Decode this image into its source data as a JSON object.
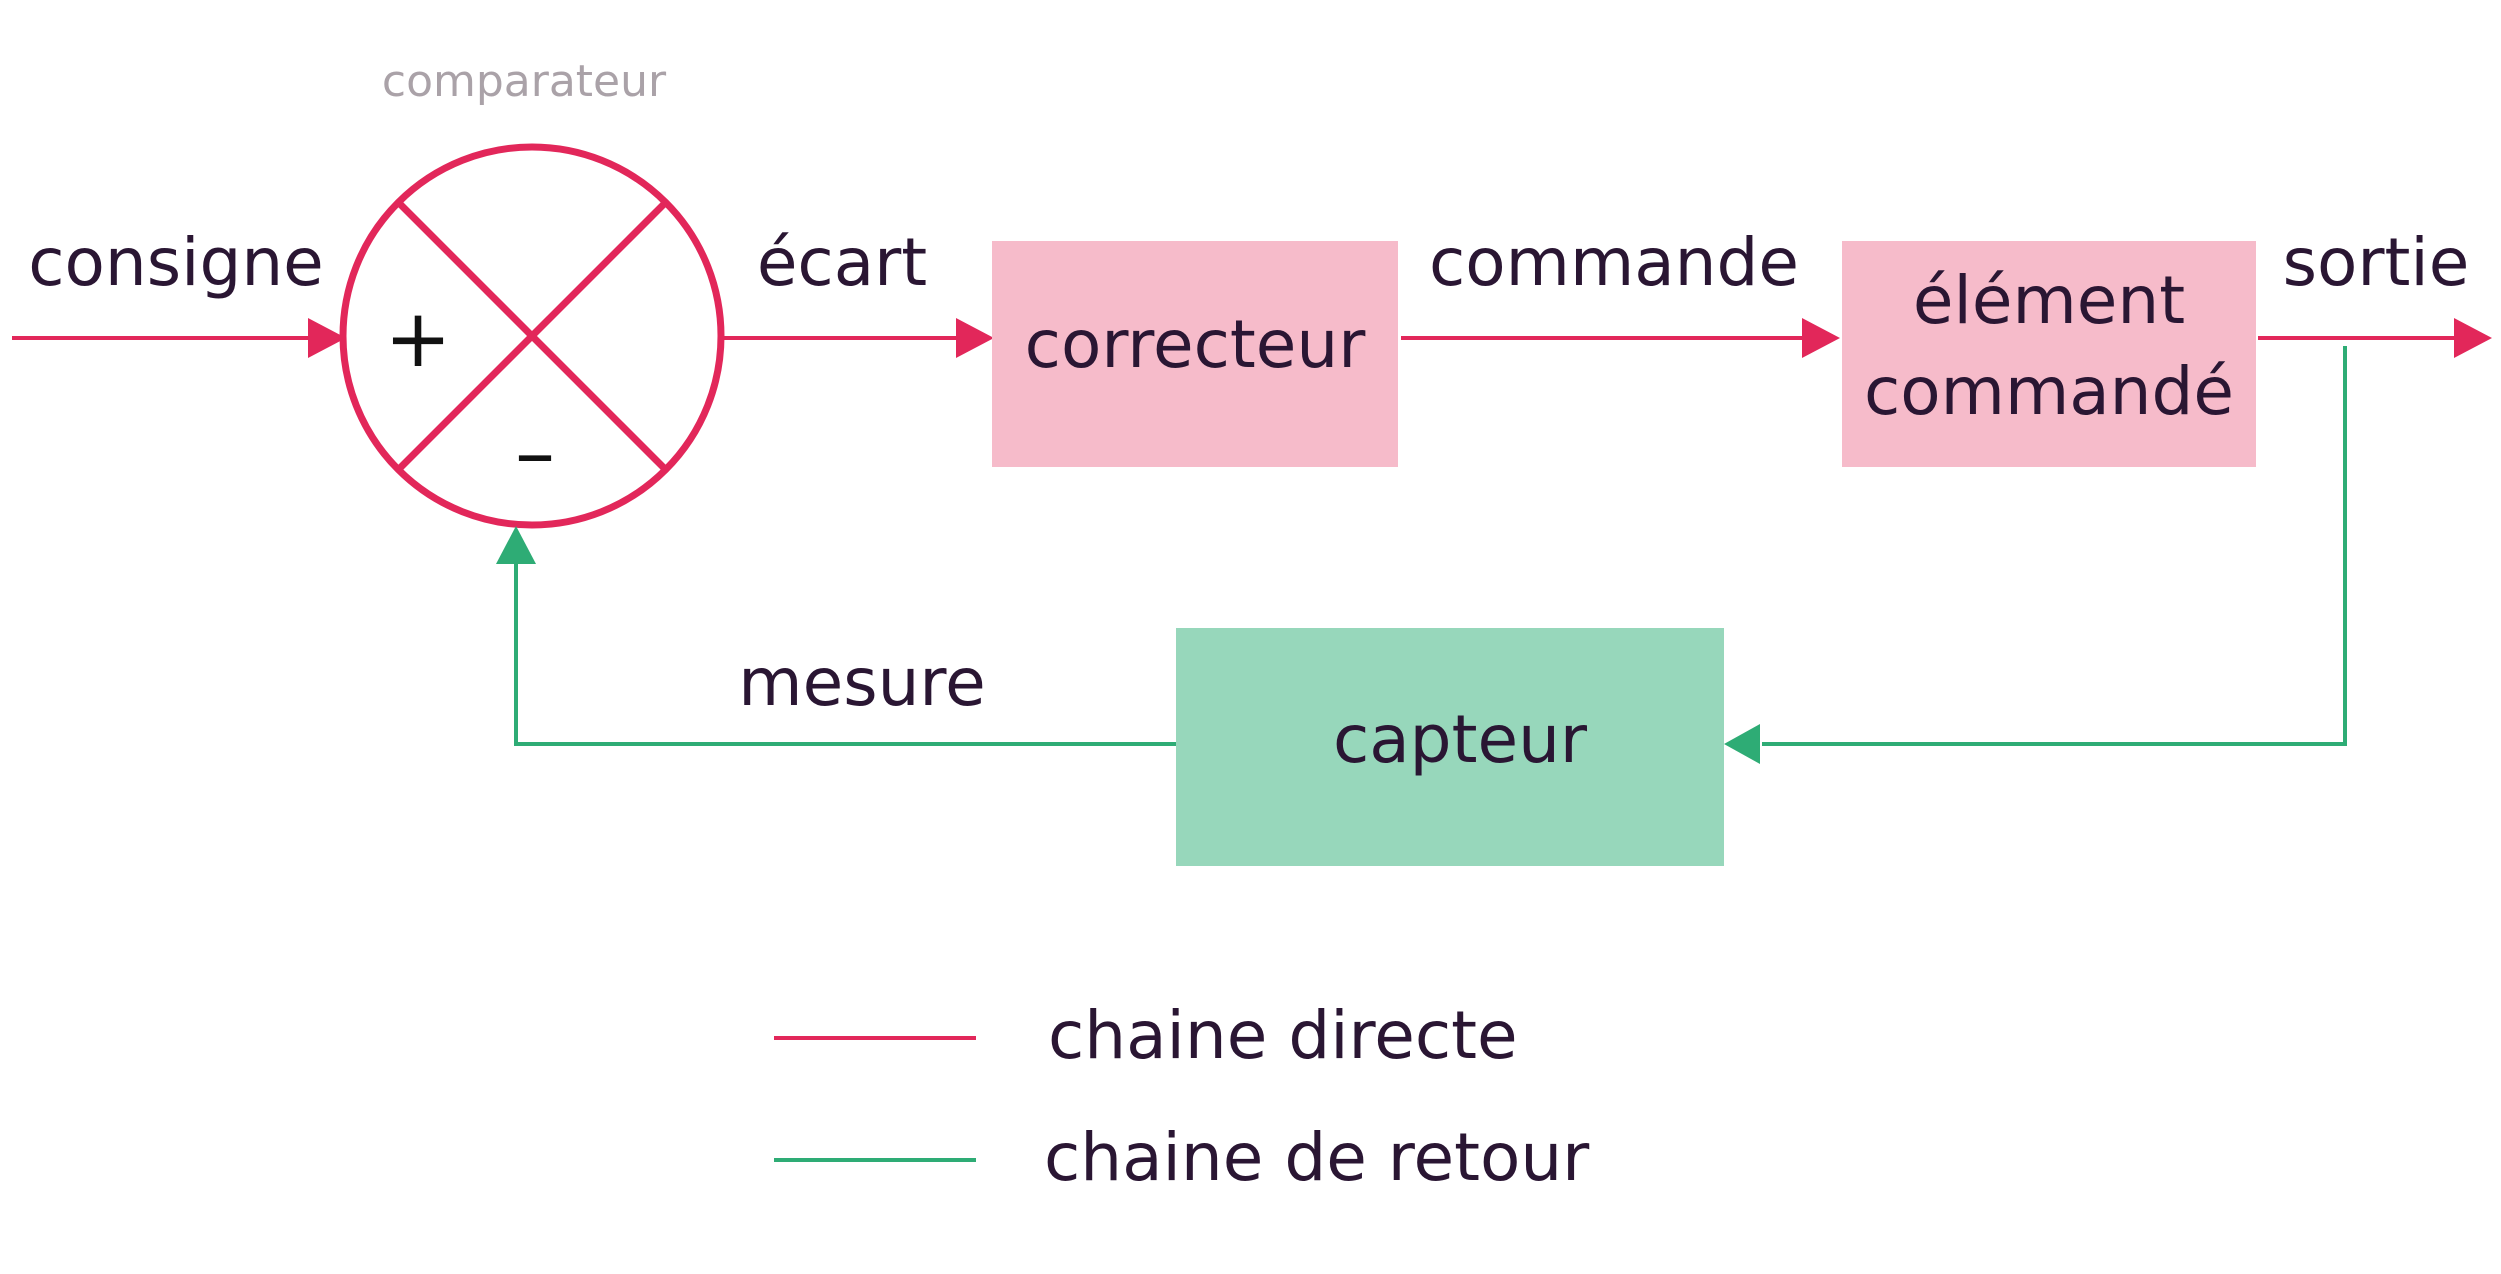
{
  "colors": {
    "direct": "#e2275a",
    "feedback": "#2eac75",
    "block_direct_fill": "#f6bbca",
    "block_feedback_fill": "#97d7bb",
    "text": "#2a1633",
    "muted_text": "#aaa2a8"
  },
  "comparator": {
    "label": "comparateur",
    "plus": "+",
    "minus": "–"
  },
  "signals": {
    "input": "consigne",
    "error": "écart",
    "command": "commande",
    "output": "sortie",
    "measure": "mesure"
  },
  "blocks": {
    "corrector": "correcteur",
    "controlled_line1": "élément",
    "controlled_line2": "commandé",
    "sensor": "capteur"
  },
  "legend": {
    "direct_label": "chaine directe",
    "feedback_label": "chaine de retour"
  }
}
